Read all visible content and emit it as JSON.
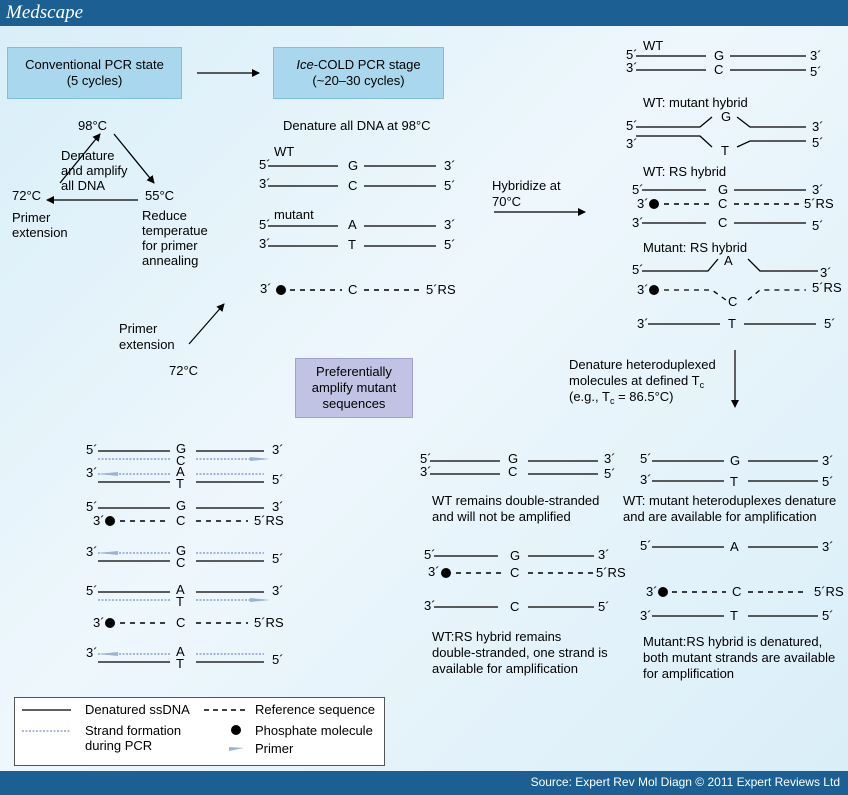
{
  "header": {
    "logo": "Medscape"
  },
  "footer": {
    "source": "Source: Expert Rev Mol Diagn © 2011 Expert Reviews Ltd"
  },
  "boxes": {
    "conventional_line1": "Conventional PCR state",
    "conventional_line2": "(5 cycles)",
    "ice_italic": "Ice",
    "ice_rest": "-COLD PCR stage",
    "ice_line2": "(~20–30 cycles)",
    "preferential_line1": "Preferentially",
    "preferential_line2": "amplify mutant",
    "preferential_line3": "sequences"
  },
  "cycle": {
    "t98": "98°C",
    "t55": "55°C",
    "t72": "72°C",
    "center_l1": "Denature",
    "center_l2": "and amplify",
    "center_l3": "all DNA",
    "reduce_l1": "Reduce",
    "reduce_l2": "temperatue",
    "reduce_l3": "for primer",
    "reduce_l4": "annealing",
    "ext_l1": "Primer",
    "ext_l2": "extension"
  },
  "middle": {
    "denature_all": "Denature all DNA at 98°C",
    "wt": "WT",
    "mutant": "mutant",
    "ext_l1": "Primer",
    "ext_l2": "extension",
    "t72": "72°C",
    "hyb_l1": "Hybridize at",
    "hyb_l2": "70°C"
  },
  "ends": {
    "p5": "5´",
    "p3": "3´",
    "rs5": "5´RS"
  },
  "bases": {
    "G": "G",
    "C": "C",
    "A": "A",
    "T": "T"
  },
  "right": {
    "wt": "WT",
    "wt_mut": "WT: mutant hybrid",
    "wt_rs": "WT: RS hybrid",
    "mut_rs": "Mutant: RS hybrid",
    "den_l1": "Denature heteroduplexed",
    "den_l2": "molecules at defined T",
    "den_l3": "(e.g., T",
    "den_l3b": " = 86.5°C)",
    "sub_c": "c"
  },
  "results": {
    "wt_ds_l1": "WT remains double-stranded",
    "wt_ds_l2": "and will not be amplified",
    "wt_mut_l1": "WT: mutant heteroduplexes denature",
    "wt_mut_l2": "and are available for amplification",
    "wtrs_l1": "WT:RS hybrid remains",
    "wtrs_l2": "double-stranded, one strand is",
    "wtrs_l3": "available for amplification",
    "mutrs_l1": "Mutant:RS hybrid is denatured,",
    "mutrs_l2": "both mutant strands are available",
    "mutrs_l3": "for amplification"
  },
  "legend": {
    "denatured": "Denatured ssDNA",
    "reference": "Reference sequence",
    "strand_l1": "Strand formation",
    "strand_l2": "during PCR",
    "phosphate": "Phosphate molecule",
    "primer": "Primer"
  }
}
